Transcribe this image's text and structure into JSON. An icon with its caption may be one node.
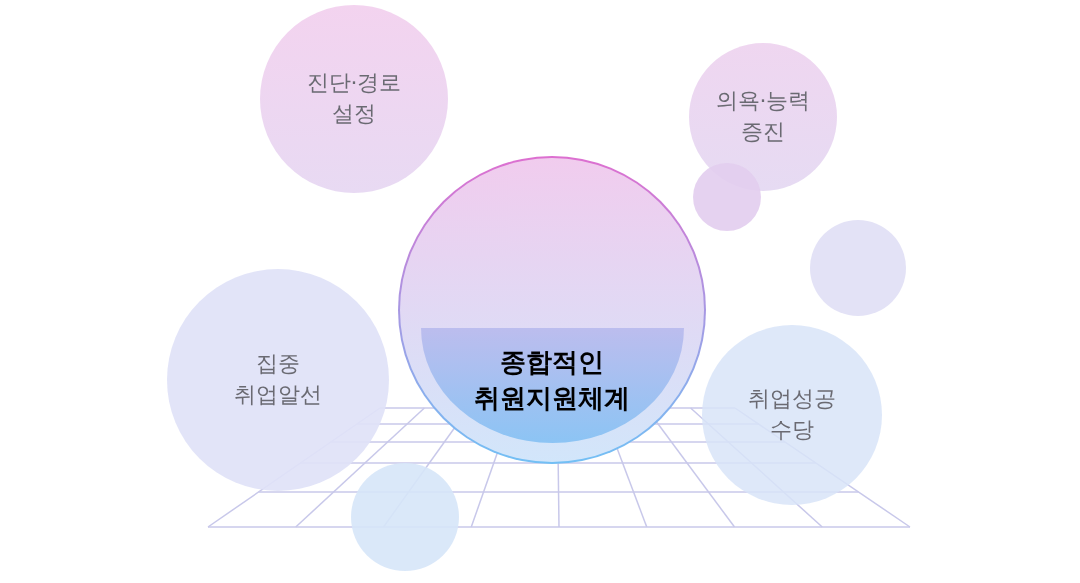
{
  "diagram": {
    "nodes": [
      {
        "text": [
          "진단·경로 설정"
        ]
      },
      {
        "text": [
          "의욕·능력 증진"
        ]
      },
      {
        "text": [
          "종합적인 취원지원체계"
        ]
      },
      {
        "text": [
          "집중 취업알선"
        ]
      },
      {
        "text": [
          "취업성공 수당"
        ]
      },
      {
        "text": [],
        "shape": "circle"
      },
      {
        "text": [],
        "shape": "circle"
      },
      {
        "text": [],
        "shape": "circle"
      }
    ],
    "edges": []
  }
}
